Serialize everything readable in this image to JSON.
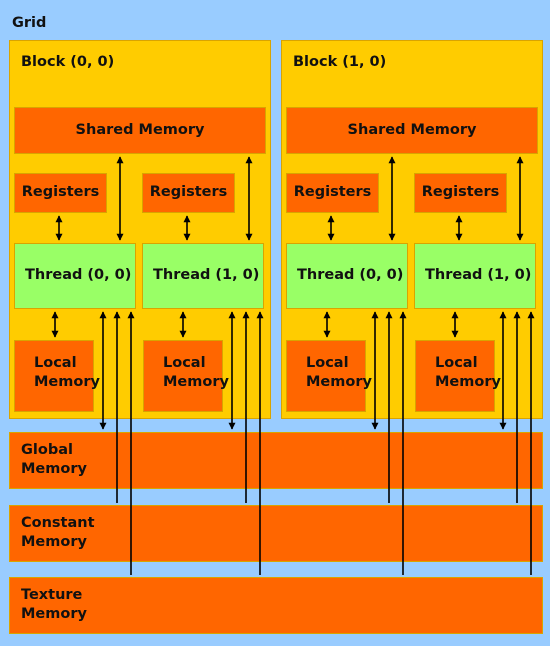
{
  "grid": {
    "label": "Grid"
  },
  "blocks": [
    {
      "label": "Block (0, 0)",
      "shared": "Shared Memory",
      "threads": [
        {
          "registers": "Registers",
          "thread": "Thread (0, 0)",
          "local_line1": "Local",
          "local_line2": "Memory"
        },
        {
          "registers": "Registers",
          "thread": "Thread (1, 0)",
          "local_line1": "Local",
          "local_line2": "Memory"
        }
      ]
    },
    {
      "label": "Block (1, 0)",
      "shared": "Shared Memory",
      "threads": [
        {
          "registers": "Registers",
          "thread": "Thread (0, 0)",
          "local_line1": "Local",
          "local_line2": "Memory"
        },
        {
          "registers": "Registers",
          "thread": "Thread (1, 0)",
          "local_line1": "Local",
          "local_line2": "Memory"
        }
      ]
    }
  ],
  "memories": [
    {
      "line1": "Global",
      "line2": "Memory"
    },
    {
      "line1": "Constant",
      "line2": "Memory"
    },
    {
      "line1": "Texture",
      "line2": "Memory"
    }
  ],
  "colors": {
    "grid": "#99ccff",
    "block": "#ffcc00",
    "memory": "#ff6600",
    "thread": "#99ff66",
    "border": "#d9a400"
  }
}
